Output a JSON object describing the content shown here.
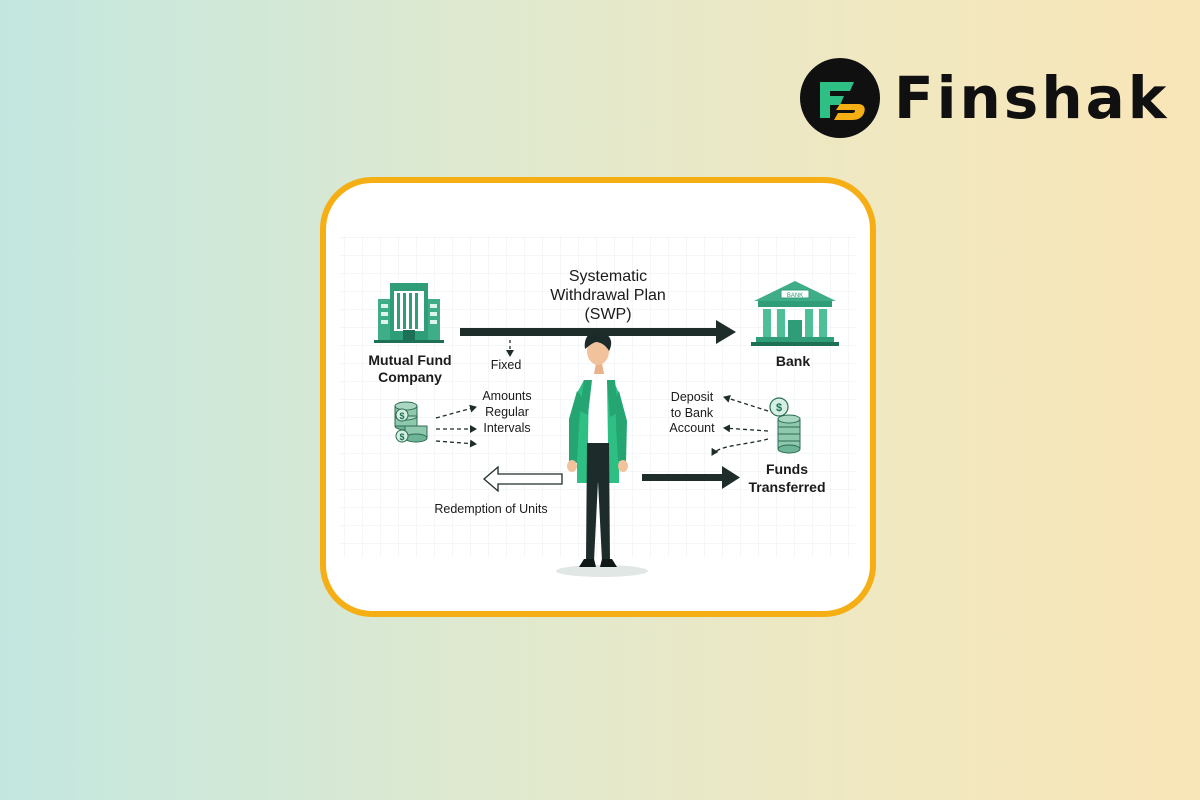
{
  "brand": {
    "name": "Finshak",
    "colors": {
      "ring": "#f5ae14",
      "accent_green": "#2dbf84",
      "dark": "#101010"
    }
  },
  "diagram": {
    "title_lines": [
      "Systematic",
      "Withdrawal Plan",
      "(SWP)"
    ],
    "mutual_fund_lines": [
      "Mutual Fund",
      "Company"
    ],
    "bank_label": "Bank",
    "bank_sign": "BANK",
    "fixed_label": "Fixed",
    "amounts_lines": [
      "Amounts",
      "Regular",
      "Intervals"
    ],
    "deposit_lines": [
      "Deposit",
      "to Bank",
      "Account"
    ],
    "funds_lines": [
      "Funds",
      "Transferred"
    ],
    "redemption_label": "Redemption of Units",
    "coin_symbol": "$"
  }
}
